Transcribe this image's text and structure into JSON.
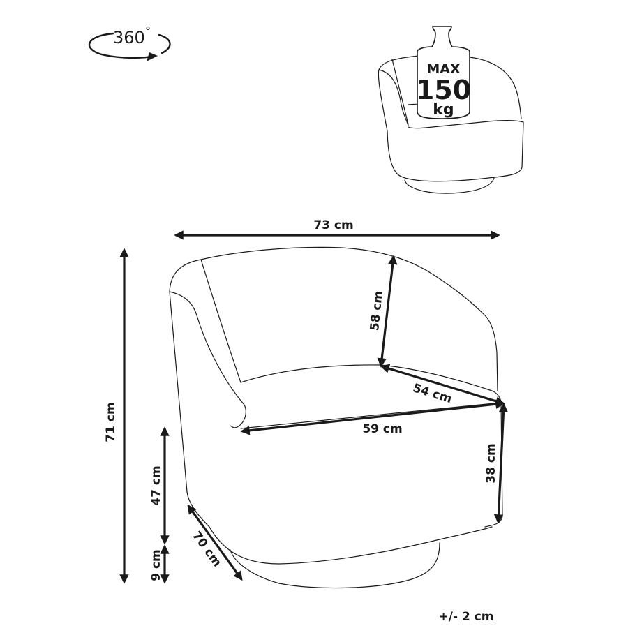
{
  "rotation_badge": {
    "label": "360",
    "degree_symbol": "°"
  },
  "weight_limit": {
    "prefix": "MAX",
    "value": "150",
    "unit": "kg"
  },
  "dimensions": {
    "overall_width": "73 cm",
    "overall_height": "71 cm",
    "seat_height": "47 cm",
    "base_height": "9 cm",
    "depth": "70 cm",
    "backrest_height": "58 cm",
    "seat_depth": "54 cm",
    "seat_width": "59 cm",
    "armrest_height": "38 cm"
  },
  "tolerance": "+/- 2 cm",
  "colors": {
    "line": "#1a1a1a",
    "background": "#ffffff"
  }
}
